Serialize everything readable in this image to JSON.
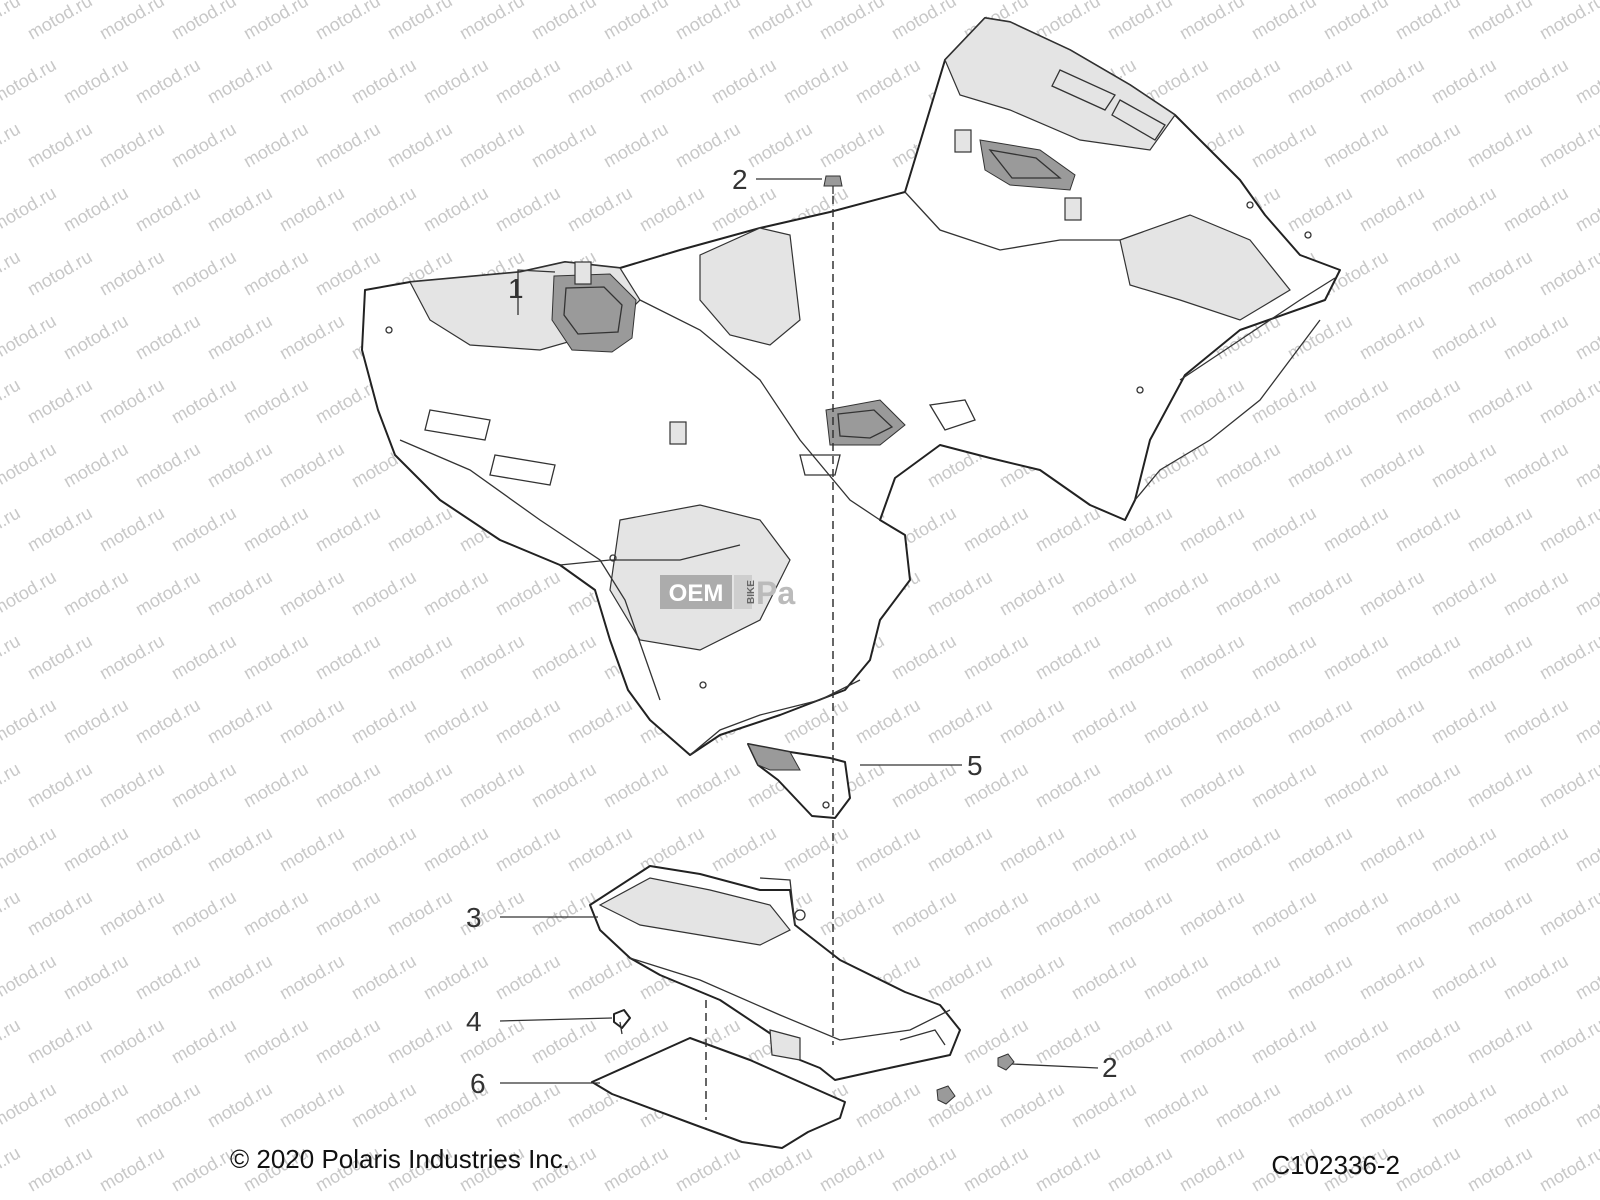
{
  "watermark": {
    "text": "motod.ru",
    "color": "#c8c8c8"
  },
  "logo": {
    "text": "OEM",
    "badge": "BIKE",
    "suffix": "Pa"
  },
  "callouts": [
    {
      "id": "c1",
      "label": "1"
    },
    {
      "id": "c2a",
      "label": "2"
    },
    {
      "id": "c2b",
      "label": "2"
    },
    {
      "id": "c3",
      "label": "3"
    },
    {
      "id": "c4",
      "label": "4"
    },
    {
      "id": "c5",
      "label": "5"
    },
    {
      "id": "c6",
      "label": "6"
    }
  ],
  "footer": {
    "copyright": "© 2020 Polaris Industries Inc.",
    "drawing_number": "C102336-2"
  },
  "colors": {
    "line": "#222222",
    "shade": "#e4e4e4",
    "watermark": "#c8c8c8"
  }
}
